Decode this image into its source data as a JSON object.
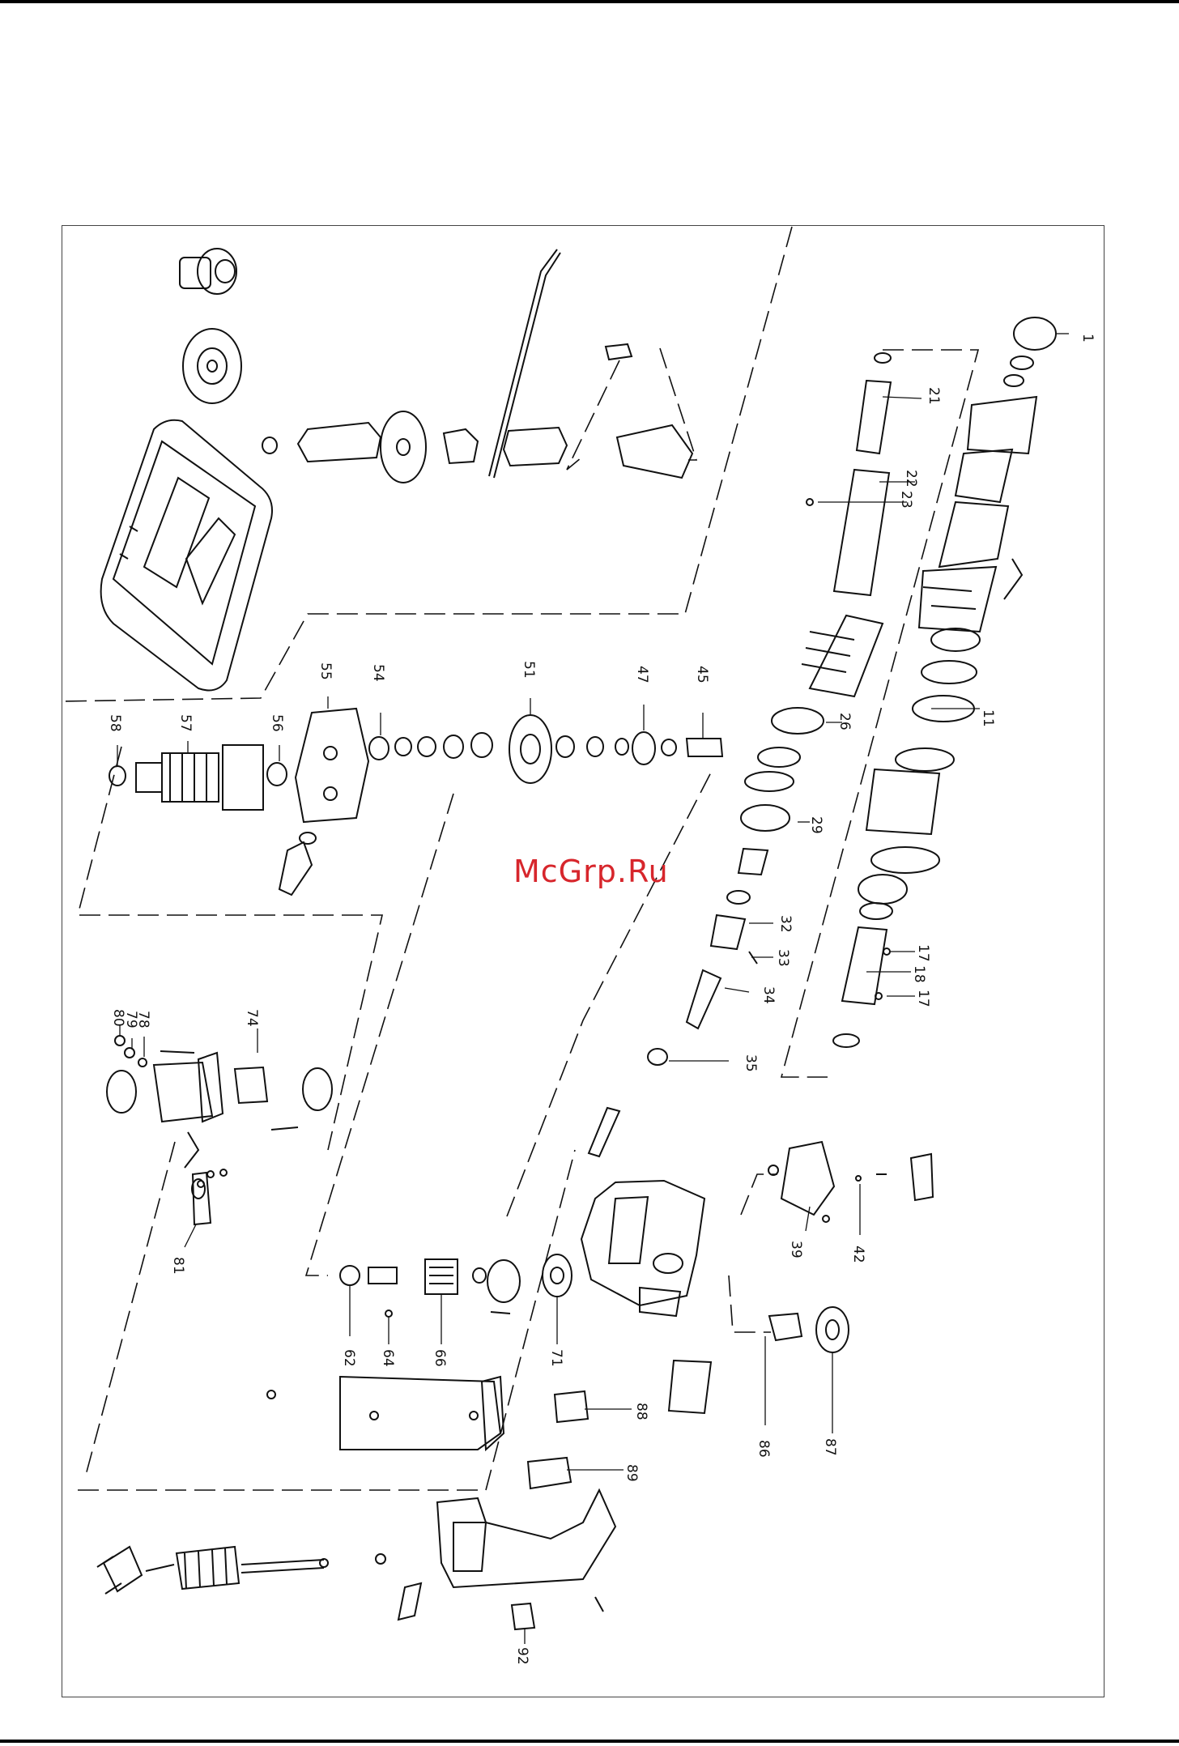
{
  "watermark": {
    "text": "McGrp.Ru",
    "color": "#d7262c"
  },
  "part_labels": [
    "1",
    "11",
    "17",
    "17",
    "18",
    "21",
    "22",
    "23",
    "26",
    "29",
    "32",
    "33",
    "34",
    "35",
    "39",
    "42",
    "45",
    "47",
    "51",
    "54",
    "55",
    "56",
    "57",
    "58",
    "62",
    "64",
    "66",
    "71",
    "74",
    "78",
    "79",
    "80",
    "81",
    "86",
    "87",
    "88",
    "89",
    "92"
  ],
  "colors": {
    "line": "#111111",
    "frame": "#444444"
  }
}
